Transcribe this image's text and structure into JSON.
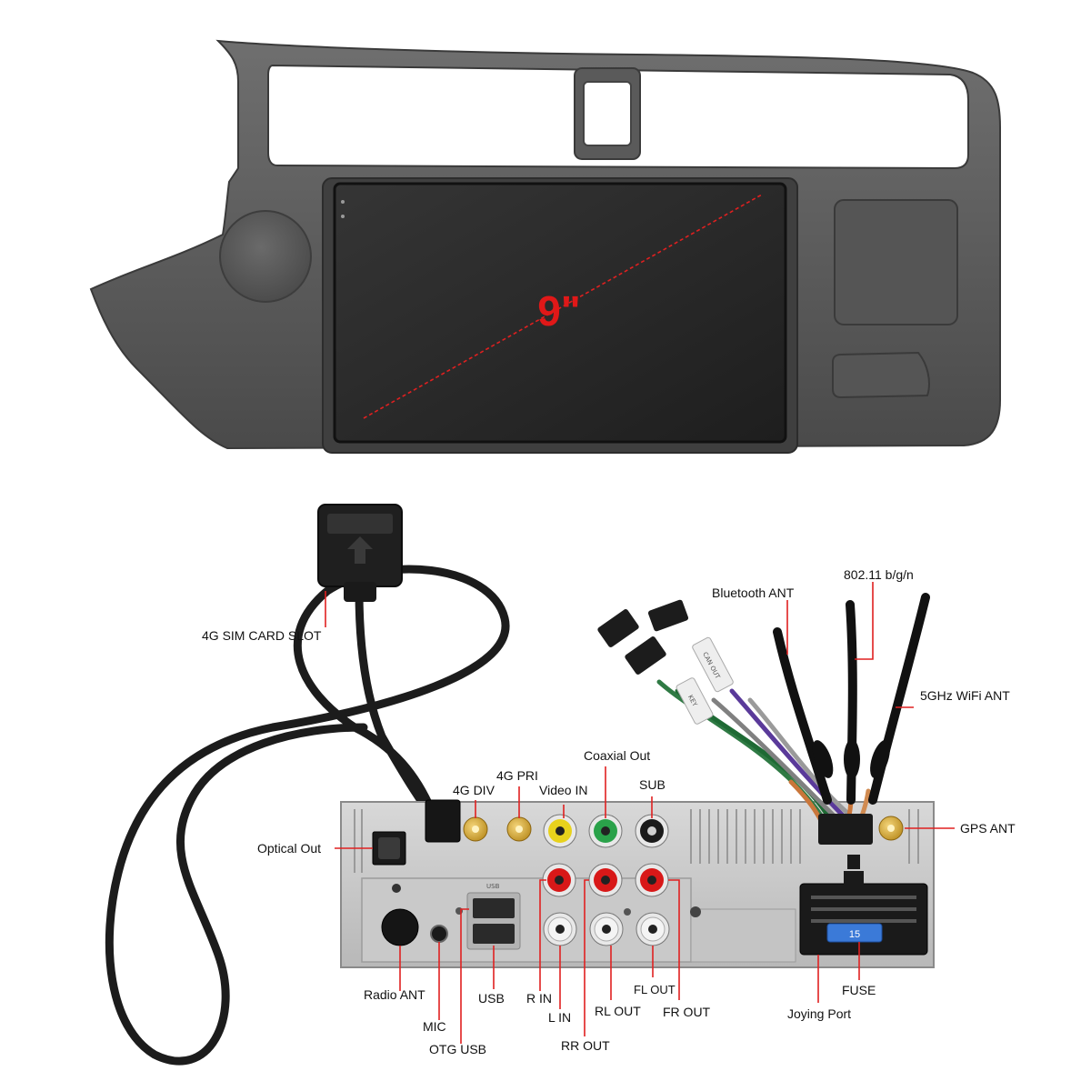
{
  "screen": {
    "size_label": "9\""
  },
  "labels": {
    "sim_slot": "4G SIM CARD SLOT",
    "bluetooth_ant": "Bluetooth ANT",
    "wifi_24": "802.11 b/g/n",
    "wifi_5": "5GHz WiFi ANT",
    "coaxial_out": "Coaxial Out",
    "g4_pri": "4G PRI",
    "g4_div": "4G DIV",
    "video_in": "Video IN",
    "sub": "SUB",
    "gps_ant": "GPS ANT",
    "optical_out": "Optical Out",
    "radio_ant": "Radio ANT",
    "mic": "MIC",
    "otg_usb": "OTG USB",
    "usb": "USB",
    "r_in": "R IN",
    "l_in": "L IN",
    "rr_out": "RR OUT",
    "rl_out": "RL OUT",
    "fl_out": "FL OUT",
    "fr_out": "FR OUT",
    "joying_port": "Joying Port",
    "fuse": "FUSE"
  },
  "tags": {
    "can_out": "CAN OUT",
    "key": "KEY",
    "fuse_value": "15"
  },
  "colors": {
    "callout": "#e02020",
    "panel": "#5b5b5b",
    "screen": "#2b2b2b"
  }
}
